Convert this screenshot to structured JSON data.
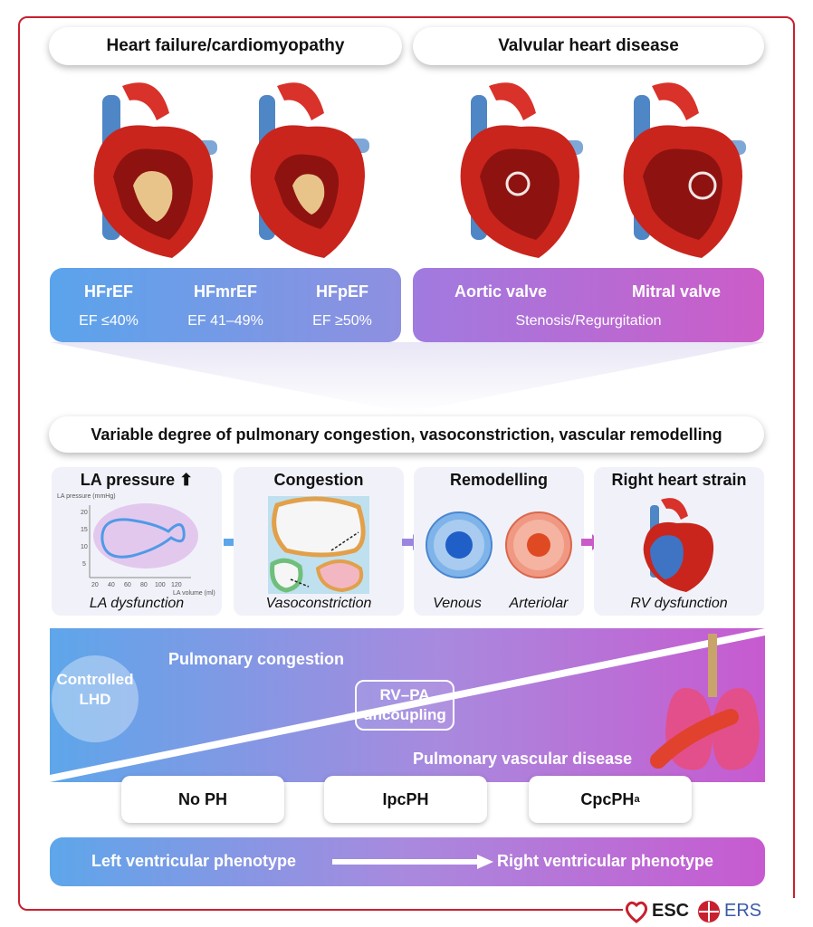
{
  "categories": {
    "hf": "Heart failure/cardiomyopathy",
    "valve": "Valvular heart disease"
  },
  "hf_band": {
    "items": [
      {
        "label": "HFrEF",
        "ef": "EF ≤40%"
      },
      {
        "label": "HFmrEF",
        "ef": "EF 41–49%"
      },
      {
        "label": "HFpEF",
        "ef": "EF ≥50%"
      }
    ]
  },
  "valve_band": {
    "aortic": "Aortic valve",
    "mitral": "Mitral valve",
    "sub": "Stenosis/Regurgitation"
  },
  "middle_banner": "Variable degree of pulmonary congestion, vasoconstriction, vascular remodelling",
  "panels": {
    "la": {
      "title": "LA pressure",
      "caption": "LA dysfunction",
      "chart_ylabel": "LA pressure (mmHg)",
      "chart_xlabel": "LA volume (ml)",
      "yticks": [
        "20",
        "15",
        "10",
        "5"
      ],
      "xticks": [
        "20",
        "40",
        "60",
        "80",
        "100",
        "120"
      ]
    },
    "congestion": {
      "title": "Congestion",
      "caption": "Vasoconstriction"
    },
    "remodelling": {
      "title": "Remodelling",
      "cap_venous": "Venous",
      "cap_arteriolar": "Arteriolar"
    },
    "rv": {
      "title": "Right heart strain",
      "caption": "RV dysfunction"
    }
  },
  "spectrum": {
    "controlled": "Controlled LHD",
    "congestion": "Pulmonary congestion",
    "uncoupling": "RV–PA uncoupling",
    "vascular": "Pulmonary vascular disease"
  },
  "ph_boxes": {
    "no_ph": "No PH",
    "ipcph": "IpcPH",
    "cpcph": "CpcPH",
    "cpcph_sup": "a"
  },
  "phenotype": {
    "left": "Left ventricular phenotype",
    "right": "Right ventricular phenotype"
  },
  "logos": {
    "esc": "ESC",
    "ers": "ERS"
  },
  "colors": {
    "frame": "#c8202f",
    "blue": "#5ea6ea",
    "purple": "#b36ad8",
    "magenta": "#c95bc9"
  }
}
